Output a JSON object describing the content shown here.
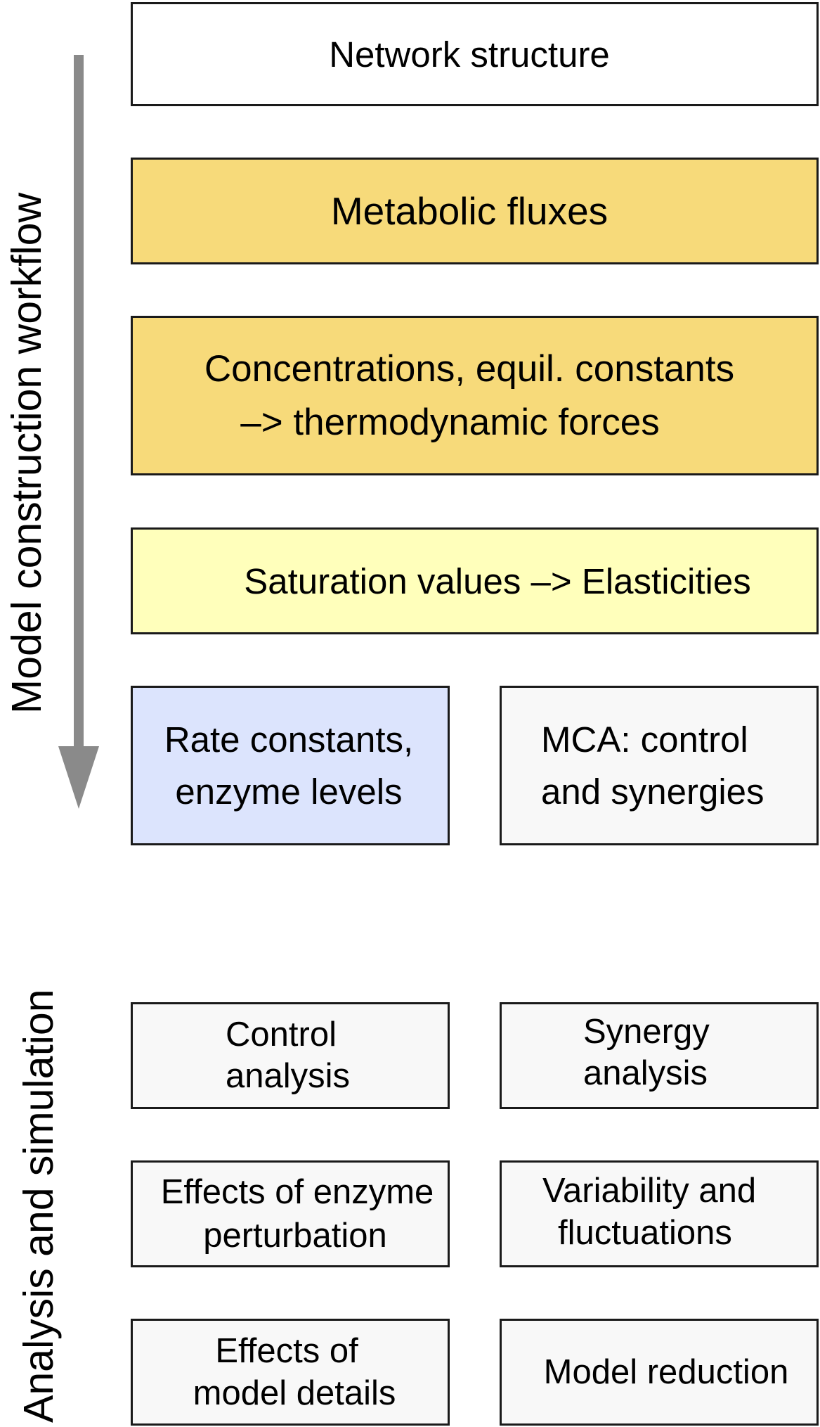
{
  "side_labels": {
    "workflow": "Model construction workflow",
    "analysis": "Analysis and simulation"
  },
  "boxes": {
    "network_structure": "Network structure",
    "metabolic_fluxes": "Metabolic fluxes",
    "concentrations": {
      "line1": "Concentrations, equil. constants",
      "line2": "–> thermodynamic forces"
    },
    "saturation": "Saturation values –> Elasticities",
    "rate_constants": {
      "line1": "Rate constants,",
      "line2": "enzyme levels"
    },
    "mca": {
      "line1": "MCA: control",
      "line2": "and synergies"
    },
    "control_analysis": {
      "line1": "Control",
      "line2": "analysis"
    },
    "synergy_analysis": {
      "line1": "Synergy",
      "line2": "analysis"
    },
    "enzyme_perturbation": {
      "line1": "Effects of enzyme",
      "line2": "perturbation"
    },
    "variability": {
      "line1": "Variability and",
      "line2": "fluctuations"
    },
    "model_details": {
      "line1": "Effects of",
      "line2": "model details"
    },
    "model_reduction": "Model reduction"
  },
  "colors": {
    "arrow": "#8a8a8a",
    "orange_box": "#f7da7a",
    "yellow_box": "#ffffbb",
    "blue_box": "#dce4fd",
    "gray_box": "#f8f8f8"
  }
}
